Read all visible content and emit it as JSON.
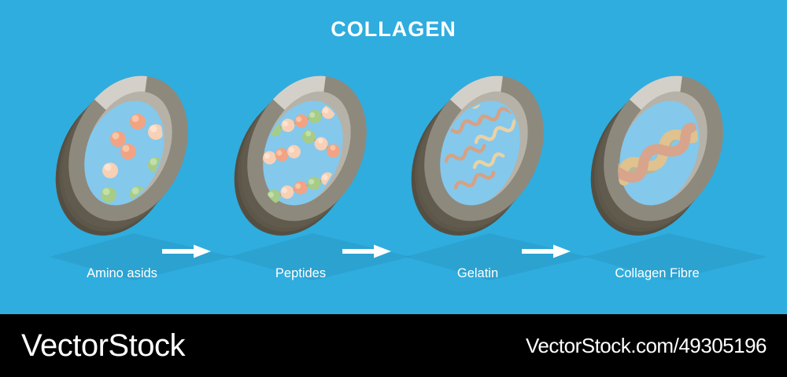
{
  "title": "COLLAGEN",
  "stages": [
    {
      "label": "Amino asids",
      "illustration": "petri-dish-scattered-amino-acid-beads"
    },
    {
      "label": "Peptides",
      "illustration": "petri-dish-bead-chains"
    },
    {
      "label": "Gelatin",
      "illustration": "petri-dish-wavy-strands"
    },
    {
      "label": "Collagen Fibre",
      "illustration": "petri-dish-braided-triple-helix"
    }
  ],
  "icons": {
    "arrow_right": "→"
  },
  "watermark": {
    "brand": "VectorStock",
    "credit": "VectorStock.com/49305196"
  },
  "palette": {
    "background": "#2fadde",
    "title_text": "#ffffff",
    "label_text": "#ffffff",
    "arrow": "#ffffff",
    "watermark_bar": "#000000",
    "watermark_text": "#ffffff",
    "ring_side_dark": "#544e42",
    "ring_side": "#615b4e",
    "ring_face": "#8e897d",
    "ring_highlight": "#d3d0c9",
    "ring_inner_wall": "#b6b2a8",
    "dish_glass": "#84c8ec",
    "bead_salmon": "#f2a383",
    "bead_peach": "#f8d0b5",
    "bead_green": "#a6cc88",
    "stick_tan": "#c49869",
    "strand_tan": "#d7a183",
    "strand_cream": "#ead1a4",
    "fibre_rose": "#d8a48c",
    "fibre_gold": "#dfc28e",
    "fibre_sage": "#b7b599"
  }
}
